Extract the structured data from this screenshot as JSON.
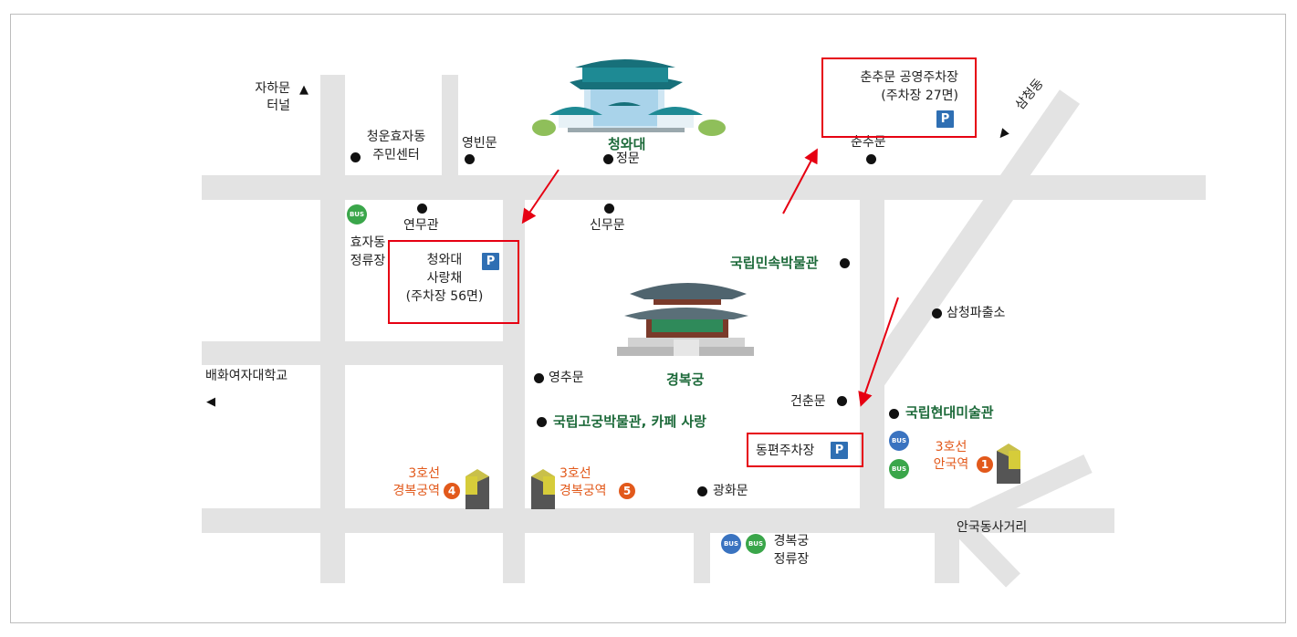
{
  "map": {
    "places": {
      "cheongwadae": "청와대",
      "main_gate": "정문",
      "yeongbinmun": "영빈문",
      "chunchumun": "춘추문",
      "yeonmugwan": "연무관",
      "sinmumun": "신무문",
      "community_center": "청운효자동\n주민센터",
      "jahamun_tunnel": "자하문\n터널",
      "folk_museum": "국립민속박물관",
      "gyeongbokgung": "경복궁",
      "yeongchumun": "영추문",
      "palace_museum": "국립고궁박물관, 카페 사랑",
      "geonchunmun": "건춘문",
      "mmca": "국립현대미술관",
      "police_box": "삼청파출소",
      "gwanghwamun": "광화문",
      "anguk_intersection": "안국동사거리",
      "baehwa_univ": "배화여자대학교",
      "samcheongdong": "삼청동"
    },
    "parking": {
      "chunchumun_lot": "춘추문 공영주차장\n(주차장 27면)",
      "sarangchae_lot": "청와대\n사랑채\n(주차장 56면)",
      "east_lot": "동편주차장",
      "p_mark": "P"
    },
    "transit": {
      "bus_badge": "BUS",
      "hyoja_stop": "효자동\n정류장",
      "gyeongbokgung_stop": "경복궁\n정류장",
      "station_4": "3호선\n경복궁역",
      "station_5": "3호선\n경복궁역",
      "anguk_station": "3호선\n안국역",
      "exit_4": "4",
      "exit_5": "5",
      "exit_1": "1"
    },
    "directions": {
      "jahamun_arrow": "▲",
      "samcheong_arrow": "▲",
      "baehwa_arrow": "◀"
    },
    "colors": {
      "road": "#e3e3e3",
      "highlight_box": "#e60012",
      "parking_icon": "#2f6fb3",
      "landmark_text": "#1d6a3a",
      "subway_text": "#e2591b",
      "bus_green": "#3aa64a",
      "bus_blue": "#3a73c0"
    }
  }
}
